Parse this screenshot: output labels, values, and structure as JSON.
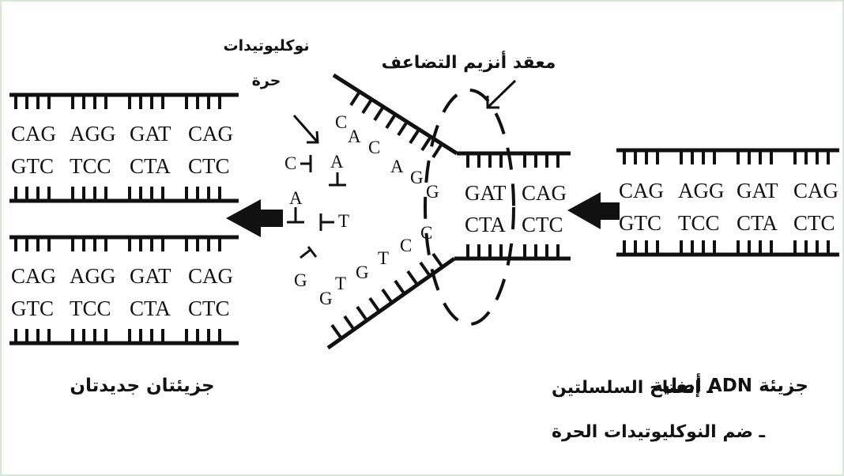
{
  "labels": {
    "free_nucleotides_line1": "نوكليوتيدات",
    "free_nucleotides_line2": "حرة",
    "enzyme_complex": "معقد أنزيم التضاعف",
    "new_molecules": "جزيئتان جديدتان",
    "original_molecule": "جزيئة ADN أصلية",
    "step_opening": "ـ إنفتاح السلسلتين",
    "step_joining": "ـ ضم النوكليوتيدات الحرة"
  },
  "original_dna": {
    "top_codons": [
      "CAG",
      "AGG",
      "GAT",
      "CAG"
    ],
    "bottom_codons": [
      "GTC",
      "TCC",
      "CTA",
      "CTC"
    ]
  },
  "new_dna_1": {
    "top_codons": [
      "CAG",
      "AGG",
      "GAT",
      "CAG"
    ],
    "bottom_codons": [
      "GTC",
      "TCC",
      "CTA",
      "CTC"
    ]
  },
  "new_dna_2": {
    "top_codons": [
      "CAG",
      "AGG",
      "GAT",
      "CAG"
    ],
    "bottom_codons": [
      "GTC",
      "TCC",
      "CTA",
      "CTC"
    ]
  },
  "fork": {
    "top_codons": [
      "GAT",
      "CAG"
    ],
    "bottom_codons": [
      "CTA",
      "CTC"
    ],
    "upper_strand_bases": [
      "C",
      "A",
      "C",
      "A",
      "G",
      "G"
    ],
    "lower_strand_bases": [
      "G",
      "G",
      "T",
      "G",
      "T",
      "C",
      "C"
    ],
    "free_bases": [
      "C",
      "A",
      "A",
      "T"
    ]
  }
}
